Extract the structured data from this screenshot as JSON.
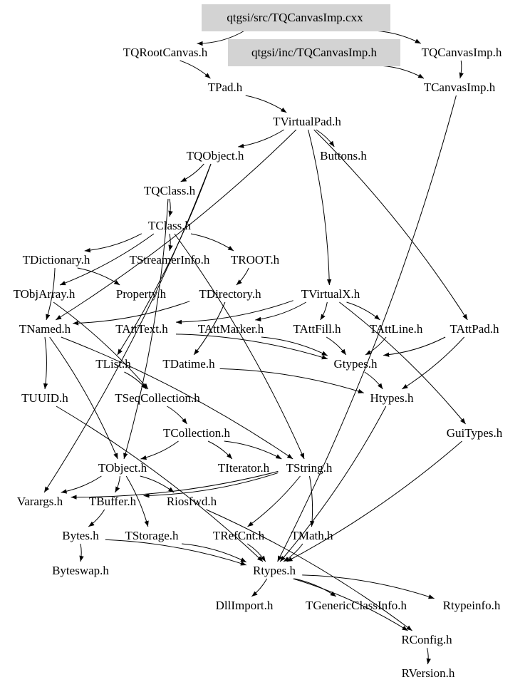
{
  "title": "qtgsi/src/TQCanvasImp.cxx",
  "highlight_color": "#d3d3d3",
  "nodes": {
    "cxx": "qtgsi/src/TQCanvasImp.cxx",
    "incimp": "qtgsi/inc/TQCanvasImp.h",
    "tqrootcanvas": "TQRootCanvas.h",
    "tqcanvasimp": "TQCanvasImp.h",
    "tpad": "TPad.h",
    "tcanvasimp": "TCanvasImp.h",
    "tvirtualpad": "TVirtualPad.h",
    "tqobject": "TQObject.h",
    "buttons": "Buttons.h",
    "tqclass": "TQClass.h",
    "tclass": "TClass.h",
    "tdictionary": "TDictionary.h",
    "tstreamerinfo": "TStreamerInfo.h",
    "troot": "TROOT.h",
    "tobjarray": "TObjArray.h",
    "property": "Property.h",
    "tdirectory": "TDirectory.h",
    "tvirtualx": "TVirtualX.h",
    "tnamed": "TNamed.h",
    "tatttext": "TAttText.h",
    "tattmarker": "TAttMarker.h",
    "tattfill": "TAttFill.h",
    "tattline": "TAttLine.h",
    "tattpad": "TAttPad.h",
    "tlist": "TList.h",
    "tdatime": "TDatime.h",
    "gtypes": "Gtypes.h",
    "tuuid": "TUUID.h",
    "tseqcollection": "TSeqCollection.h",
    "htypes": "Htypes.h",
    "tcollection": "TCollection.h",
    "guitypes": "GuiTypes.h",
    "tobject": "TObject.h",
    "titerator": "TIterator.h",
    "tstring": "TString.h",
    "varargs": "Varargs.h",
    "tbuffer": "TBuffer.h",
    "riosfwd": "Riosfwd.h",
    "bytes": "Bytes.h",
    "tstorage": "TStorage.h",
    "trefcnt": "TRefCnt.h",
    "tmath": "TMath.h",
    "byteswap": "Byteswap.h",
    "rtypes": "Rtypes.h",
    "dllimport": "DllImport.h",
    "tgenericclassinfo": "TGenericClassInfo.h",
    "rtypeinfo": "Rtypeinfo.h",
    "rconfig": "RConfig.h",
    "rversion": "RVersion.h"
  },
  "highlighted": [
    "cxx",
    "incimp"
  ],
  "edges": [
    [
      "cxx",
      "tqrootcanvas"
    ],
    [
      "cxx",
      "tqcanvasimp"
    ],
    [
      "incimp",
      "tcanvasimp"
    ],
    [
      "tqrootcanvas",
      "tpad"
    ],
    [
      "tqcanvasimp",
      "tcanvasimp"
    ],
    [
      "tpad",
      "tvirtualpad"
    ],
    [
      "tvirtualpad",
      "tqobject"
    ],
    [
      "tvirtualpad",
      "buttons"
    ],
    [
      "tvirtualpad",
      "tvirtualx"
    ],
    [
      "tvirtualpad",
      "tattpad"
    ],
    [
      "tvirtualpad",
      "tnamed"
    ],
    [
      "tcanvasimp",
      "rtypes"
    ],
    [
      "tqobject",
      "tqclass"
    ],
    [
      "tqobject",
      "varargs"
    ],
    [
      "tqobject",
      "tlist"
    ],
    [
      "tqclass",
      "tclass"
    ],
    [
      "tqclass",
      "tobject"
    ],
    [
      "tclass",
      "tdictionary"
    ],
    [
      "tclass",
      "tstreamerinfo"
    ],
    [
      "tclass",
      "troot"
    ],
    [
      "tclass",
      "tobjarray"
    ],
    [
      "tclass",
      "tstring"
    ],
    [
      "tdictionary",
      "property"
    ],
    [
      "tdictionary",
      "tnamed"
    ],
    [
      "troot",
      "tdirectory"
    ],
    [
      "tdirectory",
      "tnamed"
    ],
    [
      "tdirectory",
      "tdatime"
    ],
    [
      "tobjarray",
      "tseqcollection"
    ],
    [
      "tvirtualx",
      "tatttext"
    ],
    [
      "tvirtualx",
      "tattmarker"
    ],
    [
      "tvirtualx",
      "tattfill"
    ],
    [
      "tvirtualx",
      "tattline"
    ],
    [
      "tvirtualx",
      "guitypes"
    ],
    [
      "tatttext",
      "gtypes"
    ],
    [
      "tattmarker",
      "gtypes"
    ],
    [
      "tattfill",
      "gtypes"
    ],
    [
      "tattline",
      "gtypes"
    ],
    [
      "tattpad",
      "gtypes"
    ],
    [
      "tattpad",
      "htypes"
    ],
    [
      "tnamed",
      "tobject"
    ],
    [
      "tnamed",
      "tstring"
    ],
    [
      "tnamed",
      "tuuid"
    ],
    [
      "tlist",
      "tseqcollection"
    ],
    [
      "tdatime",
      "htypes"
    ],
    [
      "gtypes",
      "htypes"
    ],
    [
      "tseqcollection",
      "tcollection"
    ],
    [
      "tcollection",
      "tobject"
    ],
    [
      "tcollection",
      "titerator"
    ],
    [
      "tcollection",
      "tstring"
    ],
    [
      "tuuid",
      "rtypes"
    ],
    [
      "tobject",
      "varargs"
    ],
    [
      "tobject",
      "tbuffer"
    ],
    [
      "tobject",
      "riosfwd"
    ],
    [
      "tobject",
      "tstorage"
    ],
    [
      "tstring",
      "trefcnt"
    ],
    [
      "tstring",
      "tmath"
    ],
    [
      "tstring",
      "varargs"
    ],
    [
      "tstring",
      "tbuffer"
    ],
    [
      "tbuffer",
      "bytes"
    ],
    [
      "bytes",
      "byteswap"
    ],
    [
      "bytes",
      "rtypes"
    ],
    [
      "tstorage",
      "rtypes"
    ],
    [
      "trefcnt",
      "rtypes"
    ],
    [
      "tmath",
      "rtypes"
    ],
    [
      "htypes",
      "rtypes"
    ],
    [
      "guitypes",
      "rtypes"
    ],
    [
      "rtypes",
      "dllimport"
    ],
    [
      "rtypes",
      "tgenericclassinfo"
    ],
    [
      "rtypes",
      "rtypeinfo"
    ],
    [
      "rtypes",
      "rconfig"
    ],
    [
      "riosfwd",
      "rconfig"
    ],
    [
      "rconfig",
      "rversion"
    ]
  ]
}
